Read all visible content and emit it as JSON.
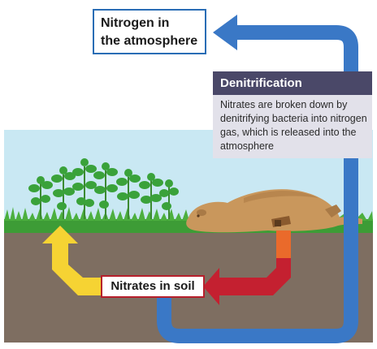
{
  "labels": {
    "atmosphere_line1": "Nitrogen in",
    "atmosphere_line2": "the atmosphere",
    "denitrification_title": "Denitrification",
    "denitrification_text": "Nitrates are broken down by denitrifying bacteria into nitrogen gas, which is released into the atmosphere",
    "soil": "Nitrates in soil"
  },
  "colors": {
    "sky": "#c9e8f3",
    "grass": "#3d9c36",
    "soil": "#7e6e61",
    "cycle_arrow": "#3a78c6",
    "plant_arrow": "#f6d333",
    "decay_arrow_top": "#ea6a2b",
    "decay_arrow_bottom": "#c42030",
    "denitrification_header": "#4a4868",
    "denitrification_body": "#e2e1ea",
    "animal": "#c9975c"
  },
  "icons": [
    "plant-icon",
    "dead-animal-icon"
  ]
}
